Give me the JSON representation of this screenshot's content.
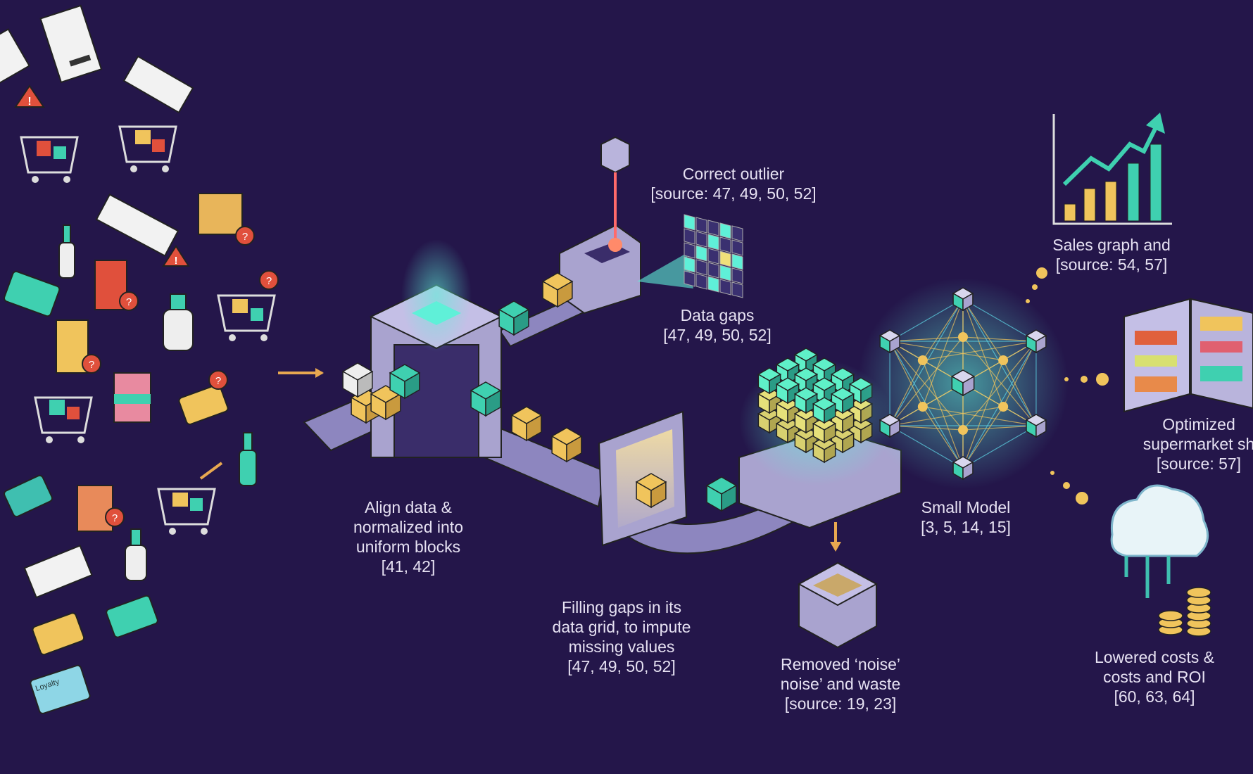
{
  "labels": {
    "correct_outlier": {
      "line1": "Correct outlier",
      "line2": "[source: 47, 49, 50, 52]"
    },
    "data_gaps": {
      "line1": "Data gaps",
      "line2": "[47, 49, 50, 52]"
    },
    "sales_graph": {
      "line1": "Sales graph and",
      "line2": "[source: 54, 57]"
    },
    "optimized": {
      "line1": "Optimized",
      "line2": "supermarket sh",
      "line3": "[source: 57]"
    },
    "small_model": {
      "line1": "Small Model",
      "line2": "[3, 5, 14, 15]"
    },
    "align": {
      "line1": "Align data &",
      "line2": "normalized into",
      "line3": "uniform blocks",
      "line4": "[41, 42]"
    },
    "filling": {
      "line1": "Filling gaps in its",
      "line2": "data grid, to impute",
      "line3": "missing values",
      "line4": "[47, 49, 50, 52]"
    },
    "removed": {
      "line1": "Removed ‘noise’",
      "line2": "noise’ and waste",
      "line3": "[source: 19, 23]"
    },
    "lowered": {
      "line1": "Lowered costs &",
      "line2": "costs and ROI",
      "line3": "[60, 63, 64]"
    }
  },
  "loyalty_card": "Loyalty",
  "colors": {
    "background": "#24164a",
    "teal": "#3fd0b0",
    "yellow": "#f0c45c",
    "machine": "#a9a3cf",
    "red": "#e0503c"
  }
}
